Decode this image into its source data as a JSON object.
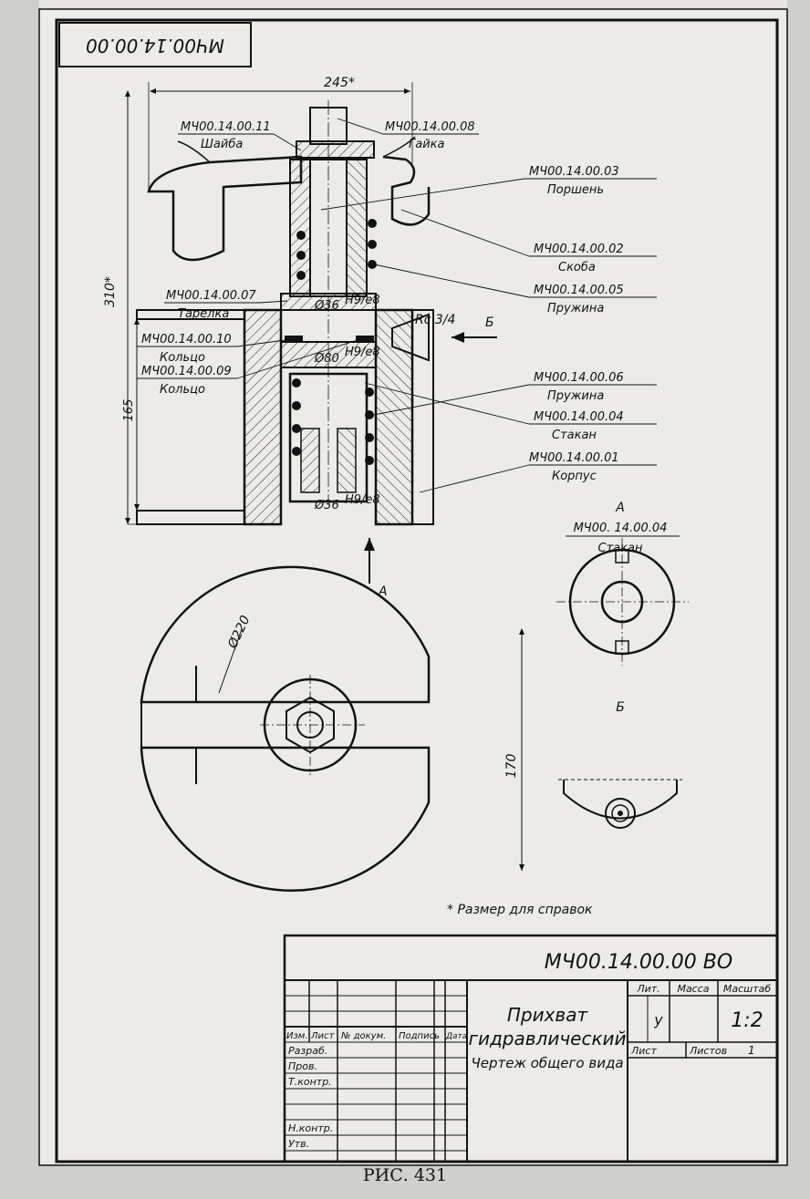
{
  "drawing": {
    "corner_stamp": "МЧ00.14.00.00",
    "dims": {
      "width_top": "245*",
      "height_total": "310*",
      "height_lower": "165",
      "dia_36_top": "Ø36",
      "fit_top": "H9/e8",
      "dia_80": "Ø80",
      "fit_mid": "H9/e8",
      "dia_36_bot": "Ø36",
      "fit_bot": "H9/e8",
      "thread": "Rc 3/4",
      "dia_220": "Ø220",
      "dim_170": "170"
    },
    "parts": [
      {
        "code": "МЧ00.14.00.11",
        "name": "Шайба"
      },
      {
        "code": "МЧ00.14.00.08",
        "name": "Гайка"
      },
      {
        "code": "МЧ00.14.00.03",
        "name": "Поршень"
      },
      {
        "code": "МЧ00.14.00.02",
        "name": "Скоба"
      },
      {
        "code": "МЧ00.14.00.05",
        "name": "Пружина"
      },
      {
        "code": "МЧ00.14.00.07",
        "name": "Тарелка"
      },
      {
        "code": "МЧ00.14.00.10",
        "name": "Кольцо"
      },
      {
        "code": "МЧ00.14.00.09",
        "name": "Кольцо"
      },
      {
        "code": "МЧ00.14.00.06",
        "name": "Пружина"
      },
      {
        "code": "МЧ00.14.00.04",
        "name": "Стакан"
      },
      {
        "code": "МЧ00.14.00.01",
        "name": "Корпус"
      }
    ],
    "view_a": {
      "letter": "А",
      "code": "МЧ00. 14.00.04",
      "name": "Стакан"
    },
    "view_b": {
      "letter": "Б"
    },
    "arrow_a": "А",
    "arrow_b": "Б",
    "note": "* Размер для справок"
  },
  "title_block": {
    "doc_code": "МЧ00.14.00.00 ВО",
    "title_line1": "Прихват",
    "title_line2": "гидравлический",
    "title_line3": "Чертеж общего вида",
    "col_izm": "Изм.",
    "col_list": "Лист",
    "col_ndoc": "№ докум.",
    "col_podp": "Подпись",
    "col_data": "Дата",
    "row_razrab": "Разраб.",
    "row_prov": "Пров.",
    "row_tkontr": "Т.контр.",
    "row_nkontr": "Н.контр.",
    "row_utv": "Утв.",
    "lit": "Лит.",
    "massa": "Масса",
    "masshtab": "Масштаб",
    "lit_val": "у",
    "scale_val": "1:2",
    "sheet": "Лист",
    "sheets": "Листов",
    "sheets_val": "1"
  },
  "caption": "РИС. 431"
}
